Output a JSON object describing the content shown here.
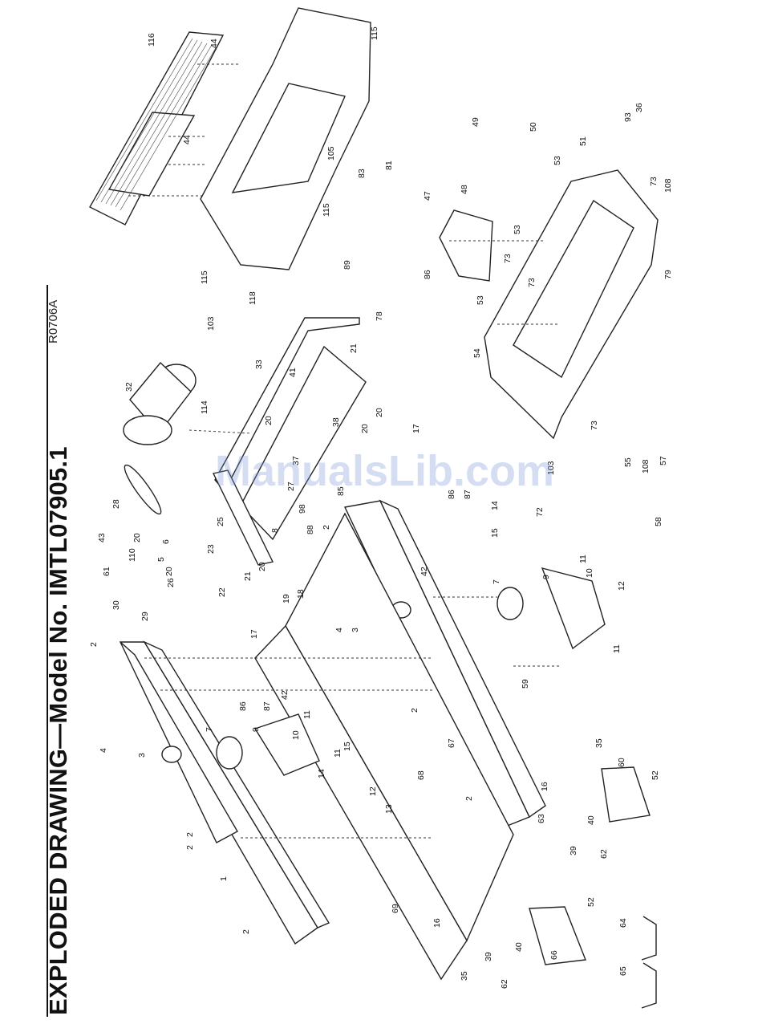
{
  "title": "EXPLODED DRAWING—Model No. IMTL07905.1",
  "drawing_code": "R0706A",
  "watermark": "ManualsLib.com",
  "part_labels": [
    "1",
    "2",
    "3",
    "4",
    "5",
    "6",
    "7",
    "8",
    "9",
    "10",
    "11",
    "12",
    "13",
    "14",
    "15",
    "16",
    "17",
    "18",
    "19",
    "20",
    "21",
    "22",
    "23",
    "25",
    "26",
    "27",
    "28",
    "29",
    "30",
    "32",
    "33",
    "35",
    "36",
    "37",
    "38",
    "39",
    "40",
    "41",
    "42",
    "43",
    "44",
    "47",
    "48",
    "49",
    "50",
    "51",
    "52",
    "53",
    "54",
    "55",
    "57",
    "58",
    "59",
    "60",
    "61",
    "62",
    "63",
    "64",
    "65",
    "66",
    "67",
    "68",
    "69",
    "72",
    "73",
    "78",
    "79",
    "81",
    "83",
    "85",
    "86",
    "87",
    "88",
    "89",
    "93",
    "98",
    "103",
    "105",
    "108",
    "110",
    "114",
    "115",
    "116",
    "118"
  ]
}
